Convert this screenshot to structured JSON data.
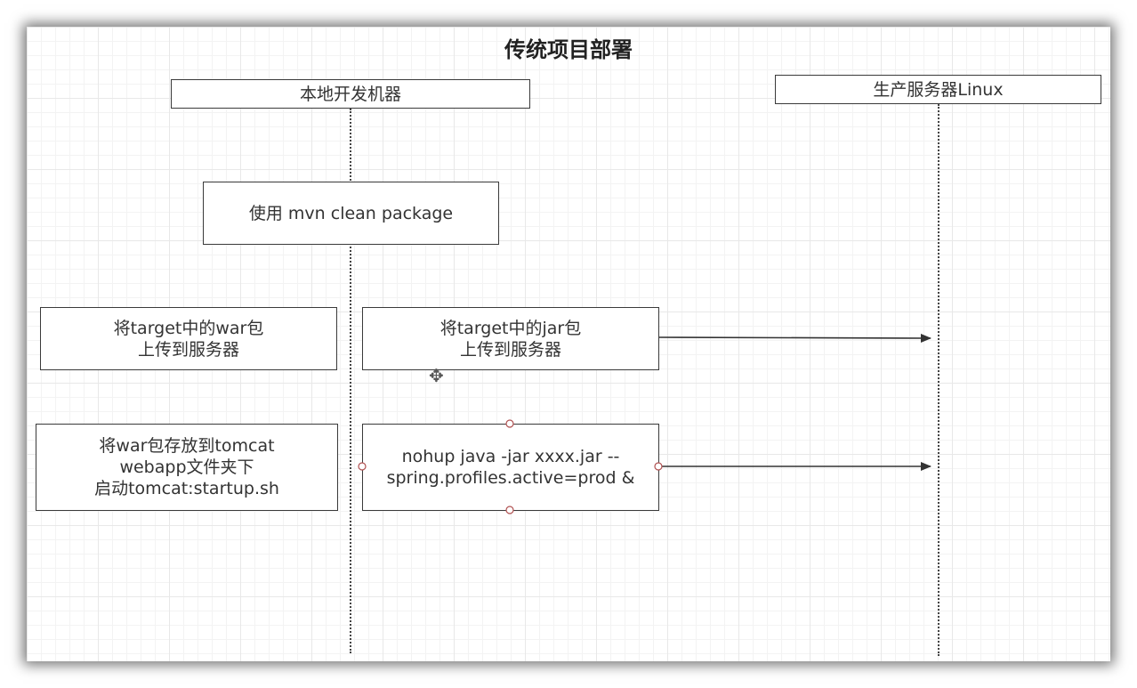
{
  "title": "传统项目部署",
  "lifelines": {
    "local": {
      "label": "本地开发机器"
    },
    "server": {
      "label": "生产服务器Linux"
    }
  },
  "steps": {
    "package": "使用 mvn clean package",
    "upload_war": "将target中的war包\n上传到服务器",
    "upload_jar": "将target中的jar包\n上传到服务器",
    "deploy_war": "将war包存放到tomcat\nwebapp文件夹下\n启动tomcat:startup.sh",
    "run_jar": "nohup java -jar xxxx.jar --\nspring.profiles.active=prod &"
  },
  "icons": {
    "move": "move-cursor-icon"
  },
  "colors": {
    "stroke": "#3a3a3a",
    "text": "#333333",
    "grid": "#e8e8e8",
    "handle": "#b05050"
  }
}
